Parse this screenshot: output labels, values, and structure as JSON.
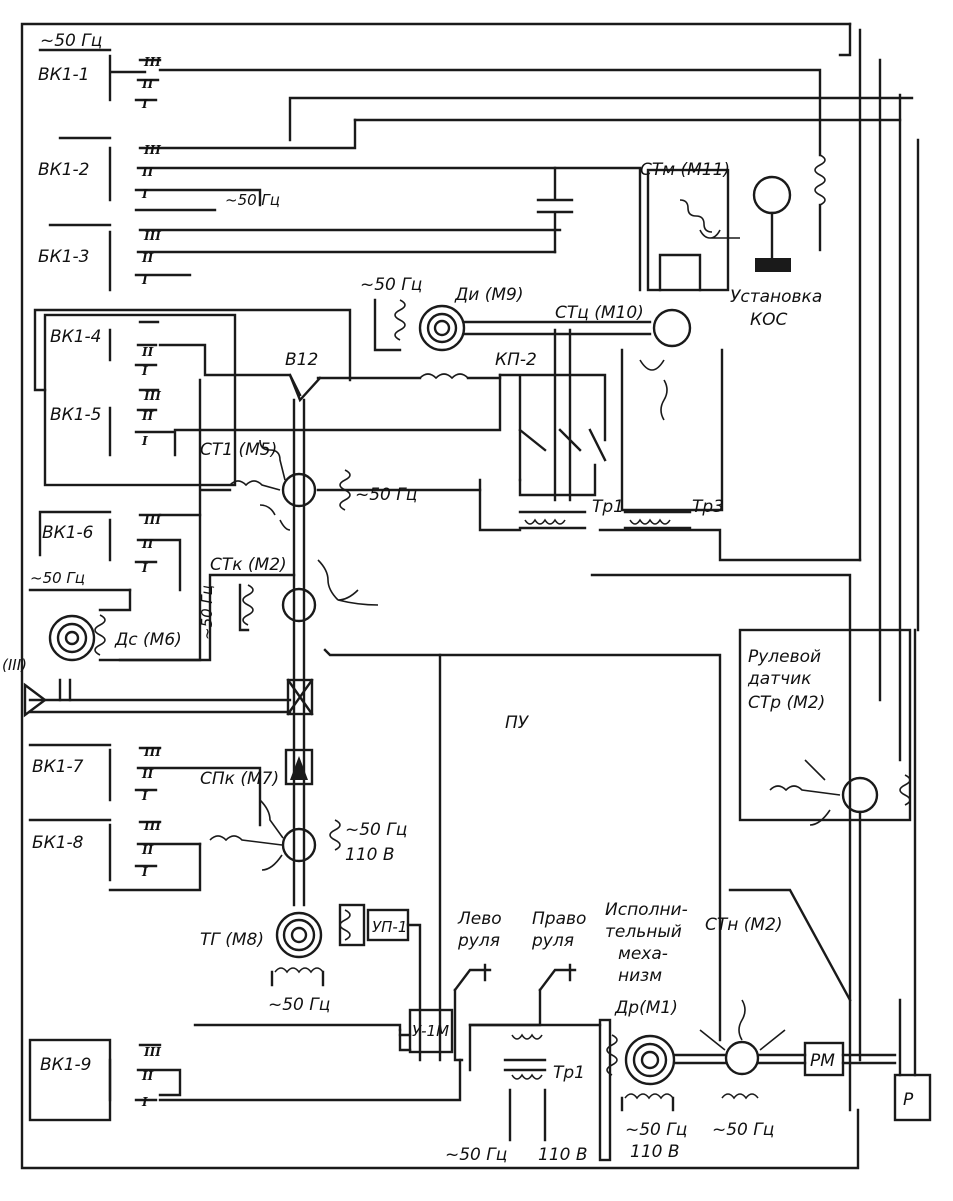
{
  "labels": {
    "freq_top_left": "~50 Гц",
    "vk1_1": "ВК1-1",
    "vk1_2": "ВК1-2",
    "vk1_3": "БК1-3",
    "freq_mid": "~50 Гц",
    "vk1_4": "ВК1-4",
    "vk1_5": "ВК1-5",
    "vk1_6": "ВК1-6",
    "freq_vk6": "~50 Гц",
    "ds": "Дс (М6)",
    "iii_mark": "(III)",
    "vk1_7": "ВК1-7",
    "vk1_8": "БК1-8",
    "vk1_9": "ВК1-9",
    "v12": "В12",
    "st1": "СТ1 (М5)",
    "freq_st1": "~50 Гц",
    "stk": "СТк (М2)",
    "freq_stk": "~50 Гц",
    "spk": "СПк (М7)",
    "freq_spk": "~50 Гц",
    "v110_spk": "110 В",
    "tg": "ТГ (М8)",
    "freq_tg": "~50 Гц",
    "up1": "УП-1",
    "u1m": "У-1М",
    "freq_di": "~50 Гц",
    "di": "Ди (М9)",
    "stc": "СТц (М10)",
    "kp2": "КП-2",
    "stm": "СТм (М11)",
    "kos": "Установка КОС",
    "kos_l1": "Установка",
    "kos_l2": "КОС",
    "tr1_top": "Тр1",
    "tr3": "Тр3",
    "pu": "ПУ",
    "rul_l1": "Рулевой",
    "rul_l2": "датчик",
    "rul_l3": "СТр (М2)",
    "levo_l1": "Лево",
    "levo_l2": "руля",
    "pravo_l1": "Право",
    "pravo_l2": "руля",
    "tr1_bottom": "Тр1",
    "freq_bottom": "~50 Гц",
    "v110_bottom": "110 В",
    "mech_l1": "Исполни-",
    "mech_l2": "тельный",
    "mech_l3": "меха-",
    "mech_l4": "низм",
    "mech_l5": "Др(М1)",
    "freq_dr": "~50 Гц",
    "v110_dr": "110 В",
    "stn": "СТн (М2)",
    "freq_stn": "~50 Гц",
    "rm": "РМ",
    "p": "Р",
    "roman_iii": "III",
    "roman_ii": "II",
    "roman_i": "I"
  },
  "colors": {
    "ink": "#1a1a1a",
    "paper": "#ffffff"
  }
}
